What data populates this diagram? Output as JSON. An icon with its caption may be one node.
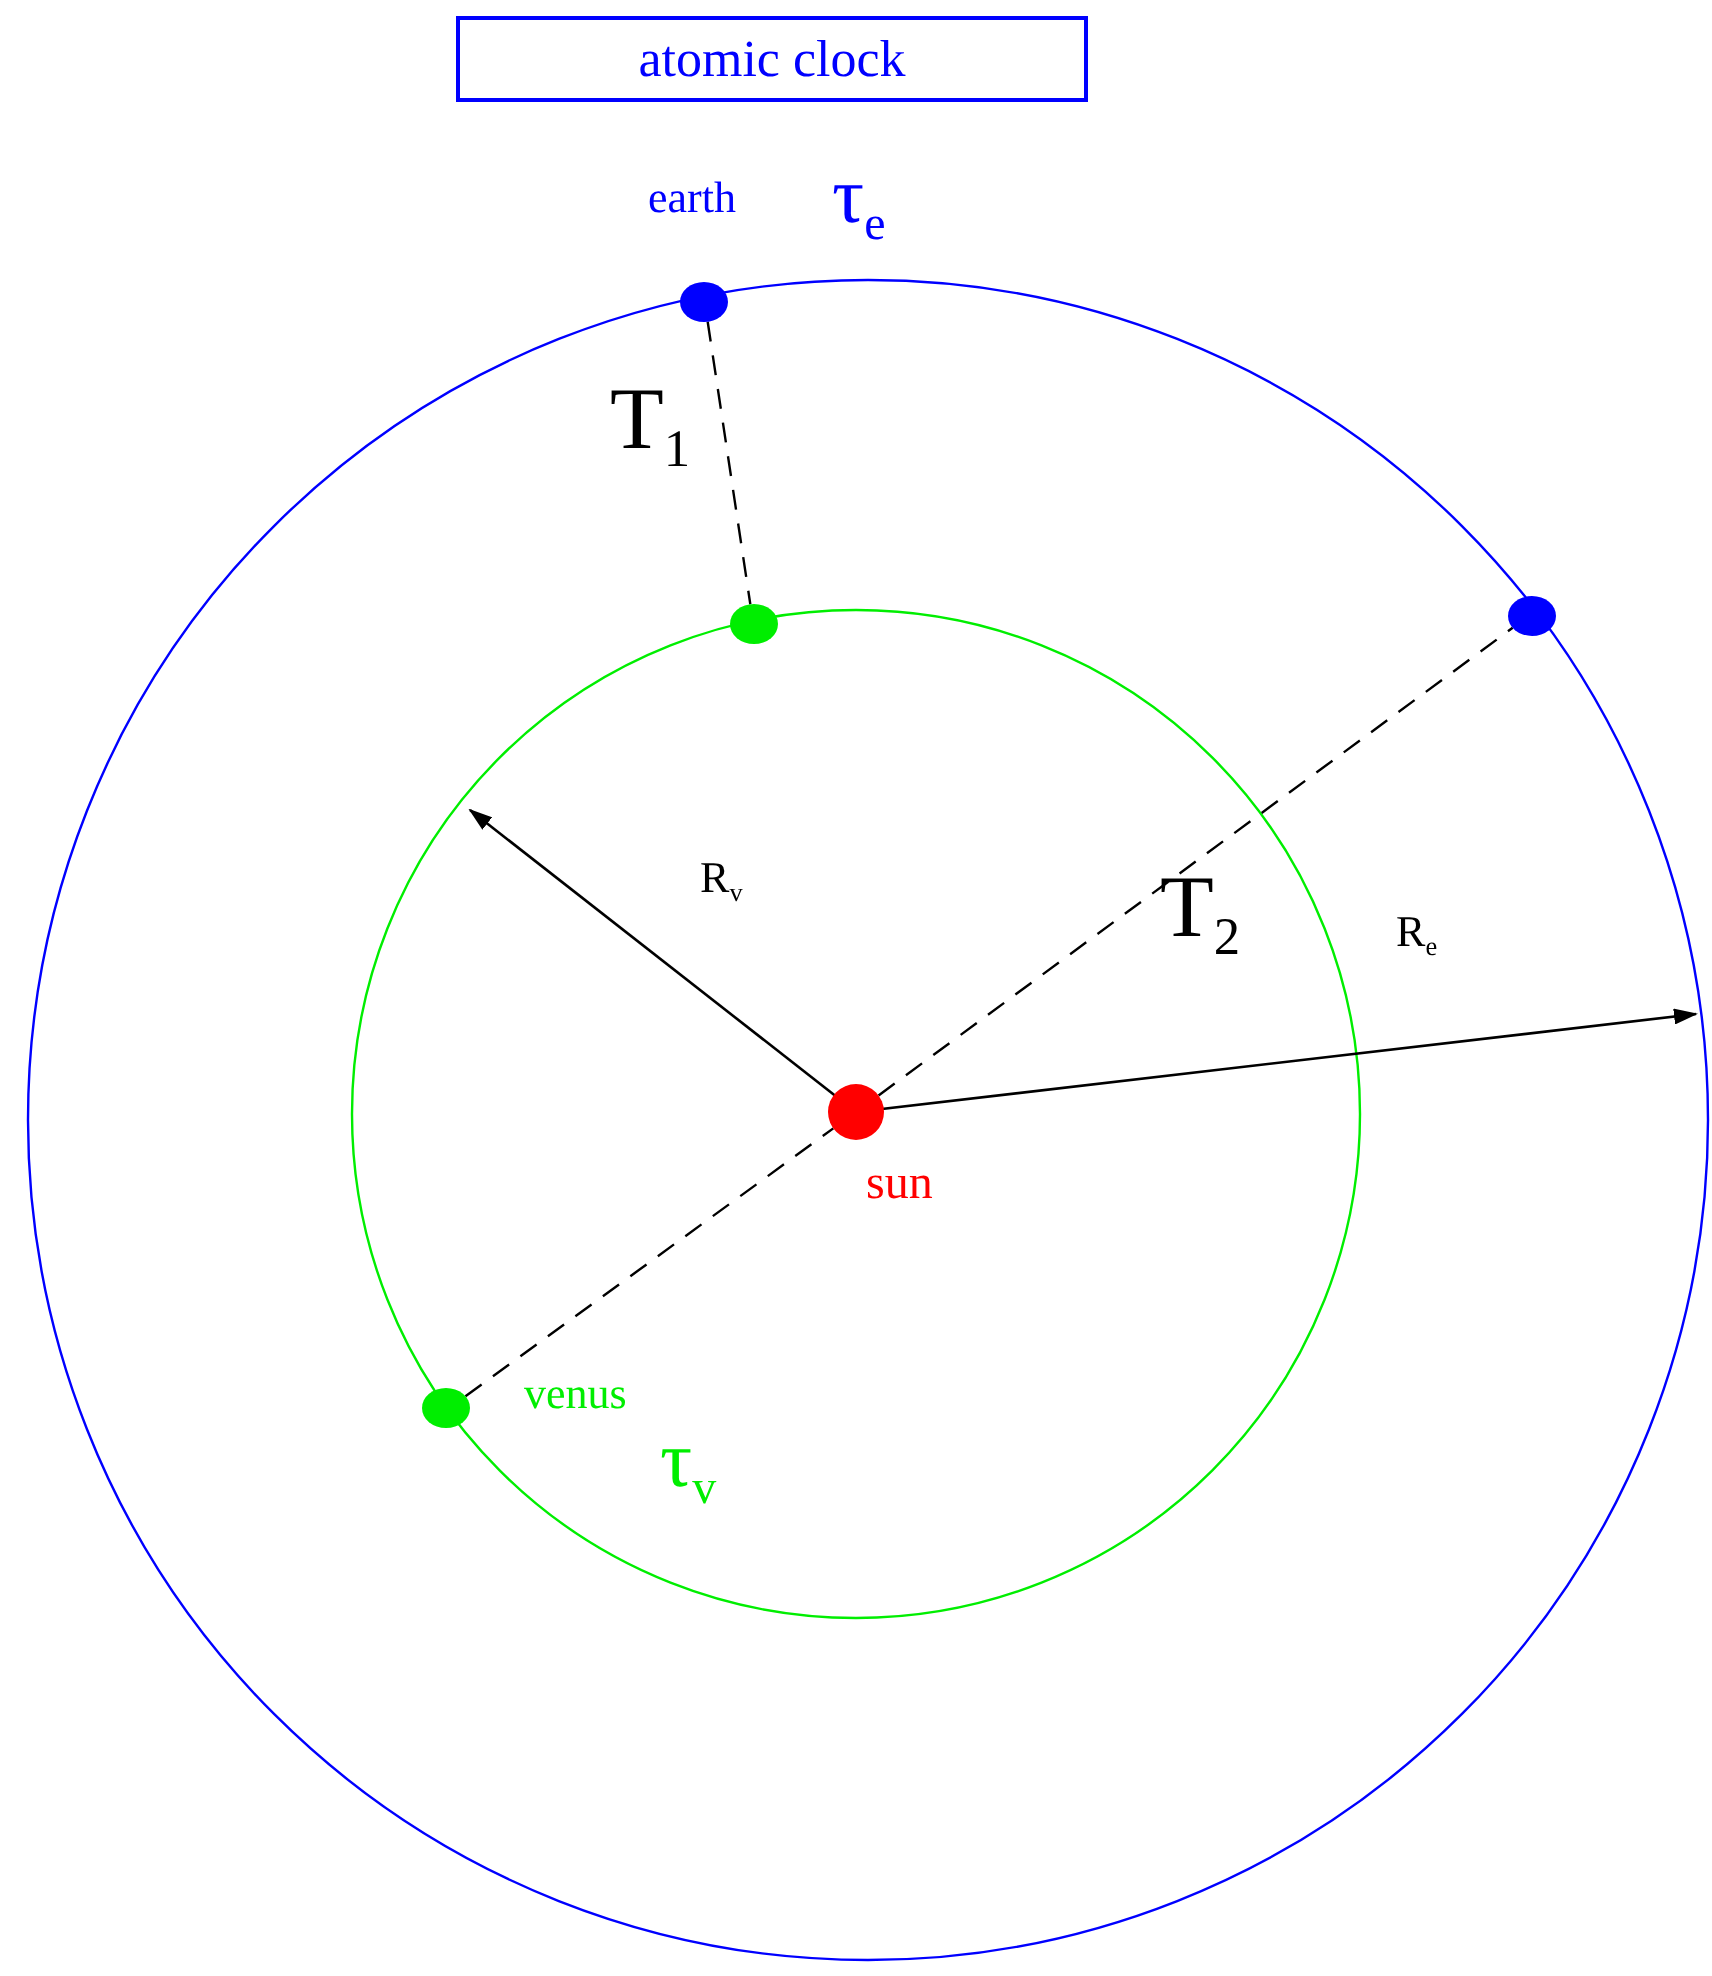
{
  "diagram": {
    "nodes": [
      {
        "text": [
          "atomic clock"
        ]
      },
      {
        "text": [],
        "shape": "circle",
        "beside": [
          "sun"
        ]
      },
      {
        "text": [],
        "shape": "circle",
        "beside": [
          "earth",
          "τ$_{e}$"
        ]
      },
      {
        "text": [],
        "shape": "circle"
      },
      {
        "text": [],
        "shape": "circle"
      },
      {
        "text": [],
        "shape": "circle",
        "beside": [
          "venus",
          "τ$_{v}$"
        ]
      }
    ],
    "edges": [
      {
        "from": 2,
        "to": 3,
        "arrow": "none",
        "style": "dashed",
        "label": "T$_{1}$"
      },
      {
        "from": 5,
        "to": 1,
        "arrow": "none",
        "style": "dashed"
      },
      {
        "from": 1,
        "to": 4,
        "arrow": "none",
        "style": "dashed",
        "label": "T$_{2}$"
      }
    ],
    "labels": [
      "R$_{v}$",
      "R$_{e}$"
    ]
  }
}
